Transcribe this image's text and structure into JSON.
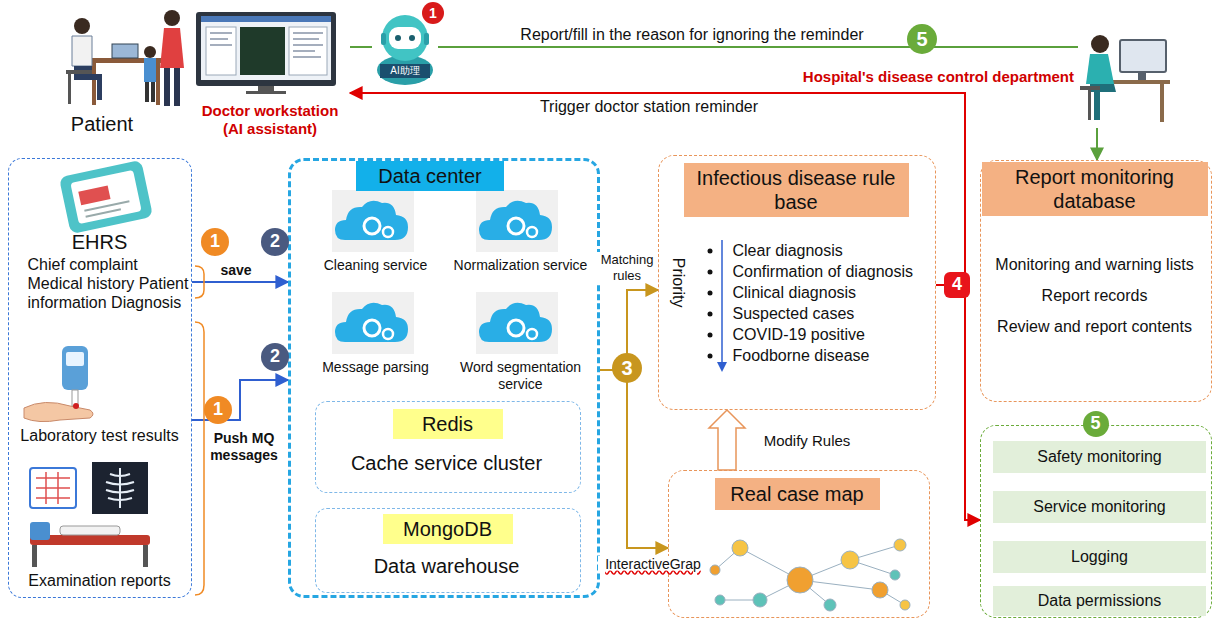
{
  "diagram": {
    "nodes": [
      {
        "text": [
          "Doctor workstation (AI assistant)"
        ]
      },
      {
        "text": [
          "AI助理"
        ]
      },
      {
        "text": [
          "Hospital's disease control department"
        ]
      },
      {
        "text": [
          "EHRS",
          "Chief complaint Medical history Patient information Diagnosis",
          "Laboratory test results",
          "Examination reports"
        ]
      },
      {
        "text": [
          "Data center"
        ]
      },
      {
        "text": [
          "Cleaning service"
        ],
        "in": 4
      },
      {
        "text": [
          "Normalization service"
        ],
        "in": 4
      },
      {
        "text": [
          "Message parsing"
        ],
        "in": 4
      },
      {
        "text": [
          "Word segmentation service"
        ],
        "in": 4
      },
      {
        "text": [
          "Redis",
          "Cache service cluster"
        ],
        "in": 4
      },
      {
        "text": [
          "MongoDB",
          "Data warehouse"
        ],
        "in": 4
      },
      {
        "text": [
          "Infectious disease rule base",
          "Priority",
          "Clear diagnosis",
          "Confirmation of diagnosis",
          "Clinical diagnosis",
          "Suspected cases",
          "COVID-19 positive",
          "Foodborne disease"
        ]
      },
      {
        "text": [
          "Real case map"
        ]
      },
      {
        "text": [
          "Report monitoring database",
          "Monitoring and warning lists",
          "Report records",
          "Review and report contents"
        ]
      },
      {
        "text": [
          "5"
        ]
      },
      {
        "text": [
          "Safety monitoring"
        ],
        "in": 14
      },
      {
        "text": [
          "Service monitoring"
        ],
        "in": 14
      },
      {
        "text": [
          "Logging"
        ],
        "in": 14
      },
      {
        "text": [
          "Data permissions"
        ],
        "in": 14
      }
    ],
    "edges": [
      {
        "from": 0,
        "to": 1,
        "arrow": "none"
      },
      {
        "from": 1,
        "to": 2,
        "label": "Report/fill in the reason for ignoring the reminder",
        "arrow": "none"
      },
      {
        "from": 2,
        "to": 13,
        "arrow": "to"
      },
      {
        "from": 11,
        "to": 0,
        "label": "Trigger doctor station reminder",
        "arrow": "to"
      },
      {
        "from": 11,
        "to": 14,
        "arrow": "to"
      },
      {
        "from": 3,
        "to": 4,
        "label": "save",
        "arrow": "to"
      },
      {
        "from": 3,
        "to": 4,
        "label": "Push MQ messages",
        "arrow": "to"
      },
      {
        "from": 4,
        "to": 11,
        "label": "Matching rules",
        "arrow": "to"
      },
      {
        "from": 4,
        "to": 12,
        "label": "InteractiveGrap",
        "arrow": "to"
      },
      {
        "from": 12,
        "to": 11,
        "label": "Modify Rules",
        "arrow": "to"
      }
    ],
    "labels": [
      "Patient",
      "1",
      "5",
      "1",
      "2",
      "1",
      "2",
      "3",
      "4"
    ]
  }
}
